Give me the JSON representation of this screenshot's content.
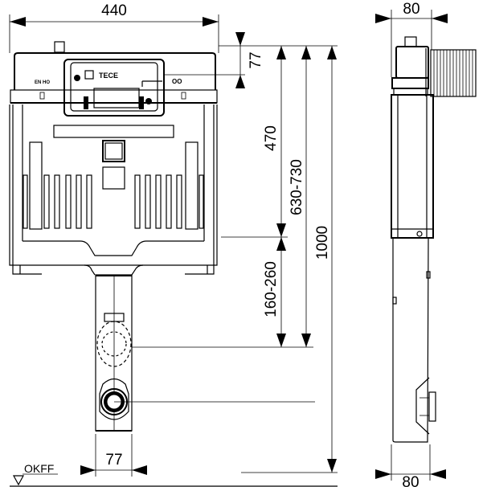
{
  "dimensions": {
    "width_front": "440",
    "top_box_height": "77",
    "outlet_width": "77",
    "cistern_height": "470",
    "top_height_range": "630-730",
    "outlet_height_range": "160-260",
    "total_height": "1000",
    "depth_top": "80",
    "depth_bottom": "80"
  },
  "floor_label": "OKFF",
  "cistern_marks": {
    "brand": "TECE",
    "left_label": "EN HO",
    "right_label": "OO"
  }
}
